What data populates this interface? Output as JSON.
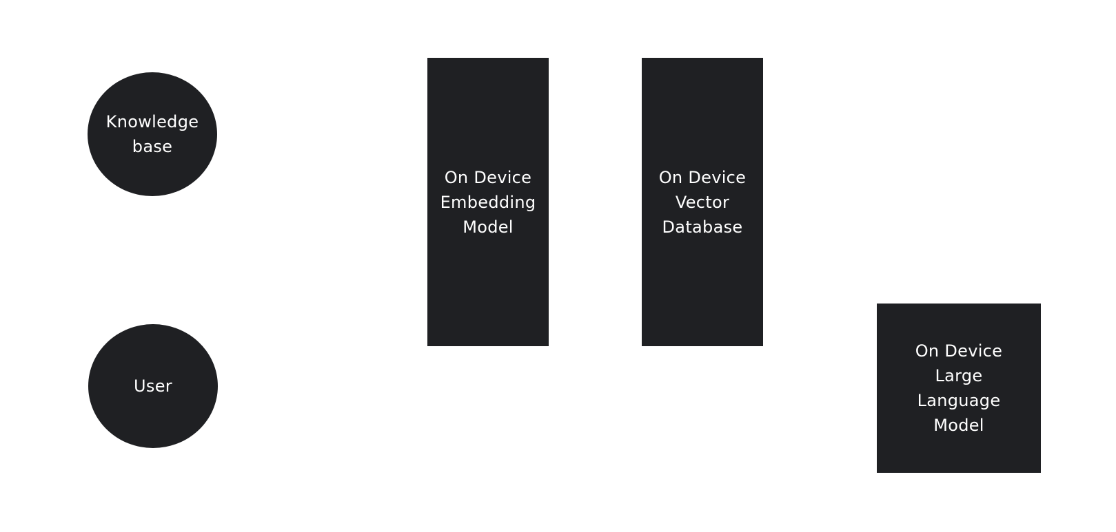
{
  "diagram": {
    "nodes": [
      {
        "id": "knowledge-base",
        "shape": "ellipse",
        "label": "Knowledge\nbase"
      },
      {
        "id": "user",
        "shape": "ellipse",
        "label": "User"
      },
      {
        "id": "embedding-model",
        "shape": "rectangle",
        "label": "On Device\nEmbedding\nModel"
      },
      {
        "id": "vector-database",
        "shape": "rectangle",
        "label": "On Device\nVector\nDatabase"
      },
      {
        "id": "llm",
        "shape": "rectangle",
        "label": "On Device\nLarge\nLanguage\nModel"
      }
    ],
    "colors": {
      "node_fill": "#1f2023",
      "node_text": "#ffffff",
      "background": "#ffffff"
    }
  }
}
